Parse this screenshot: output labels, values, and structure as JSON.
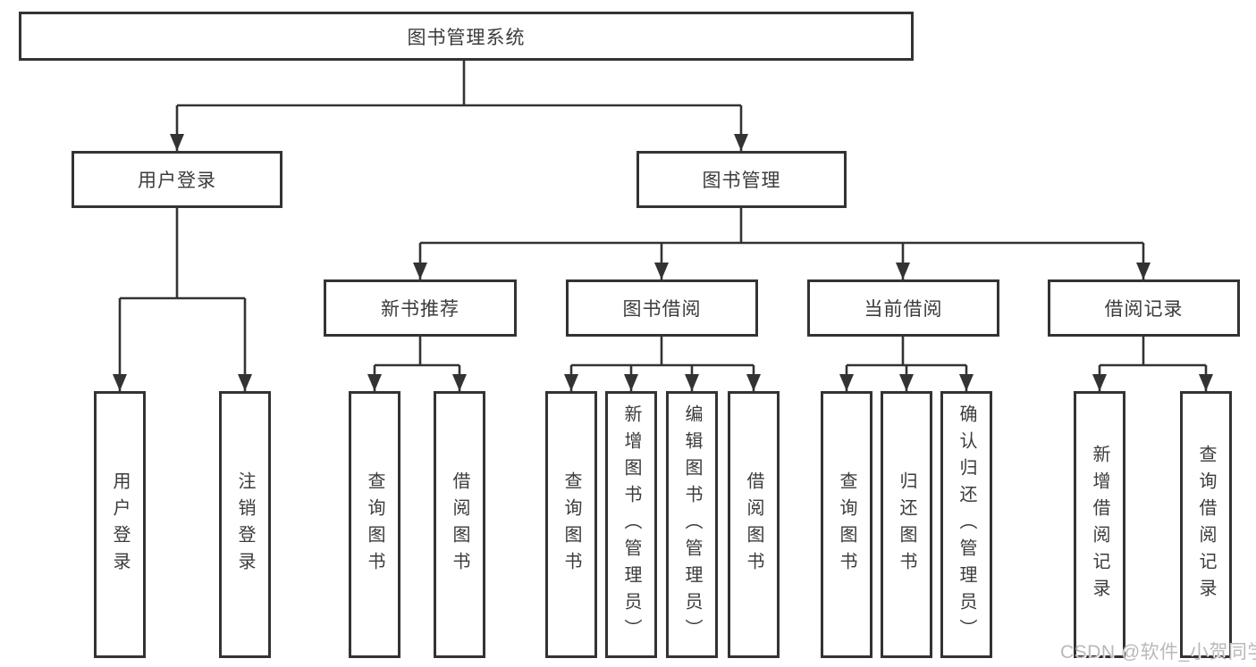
{
  "tree": {
    "root": {
      "label": "图书管理系统"
    },
    "user_login": {
      "label": "用户登录",
      "children": [
        "用户登录",
        "注销登录"
      ]
    },
    "book_mgmt": {
      "label": "图书管理",
      "groups": [
        {
          "label": "新书推荐",
          "children": [
            "查询图书",
            "借阅图书"
          ]
        },
        {
          "label": "图书借阅",
          "children": [
            "查询图书",
            "新增图书（管理员）",
            "编辑图书（管理员）",
            "借阅图书"
          ]
        },
        {
          "label": "当前借阅",
          "children": [
            "查询图书",
            "归还图书",
            "确认归还（管理员）"
          ]
        },
        {
          "label": "借阅记录",
          "children": [
            "新增借阅记录",
            "查询借阅记录"
          ]
        }
      ]
    }
  },
  "watermark": {
    "text": "CSDN @软件_小贺同学"
  },
  "colors": {
    "line": "#333333",
    "box_border": "#333333",
    "text": "#3b3b3b",
    "watermark": "#b9b9b9",
    "background": "#ffffff"
  }
}
